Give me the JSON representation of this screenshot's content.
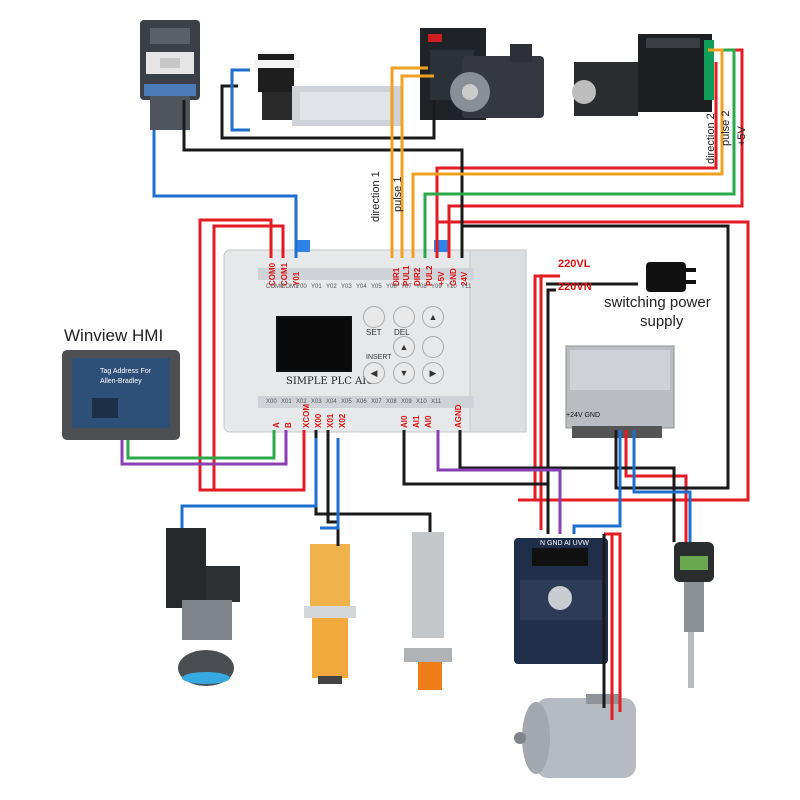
{
  "labels": {
    "hmi": "Winview HMI",
    "psu_line1": "switching power",
    "psu_line2": "supply",
    "v220l": "220VL",
    "v220n": "220VN",
    "direction1": "direction 1",
    "pulse1": "pulse 1",
    "direction2": "direction 2",
    "pulse2": "pulse 2",
    "plus5v": "+5V"
  },
  "plc": {
    "model": "SIMPLE PLC AIO",
    "keys": [
      "SET",
      "DEL",
      "INSERT"
    ],
    "top_terminals": [
      "COM0",
      "COM1",
      "Y00",
      "Y01",
      "Y02",
      "Y03",
      "Y04",
      "Y05",
      "Y06",
      "Y07",
      "Y08",
      "Y09",
      "Y10",
      "Y11"
    ],
    "top_wired": [
      "COM0",
      "COM1",
      "Y01",
      "DIR1",
      "PUL1",
      "DIR2",
      "PUL2",
      "+5V",
      "GND",
      "24V"
    ],
    "bottom_terminals": [
      "X00",
      "X01",
      "X02",
      "X03",
      "X04",
      "X05",
      "X06",
      "X07",
      "X08",
      "X09",
      "X10",
      "X11"
    ],
    "bottom_wired": [
      "A",
      "B",
      "XCOM",
      "X00",
      "X01",
      "X02",
      "AI0",
      "AI1",
      "AI0",
      "AGND"
    ]
  },
  "psu": {
    "terminals": "+24V GND"
  },
  "vfd": {
    "terminals": "N GND AI UVW"
  },
  "hmi_screen": {
    "line1": "Tag Address For",
    "line2": "Allen-Bradley"
  },
  "colors": {
    "red": "#e31b23",
    "black": "#1a1a1a",
    "blue": "#1f6fd1",
    "green": "#2aa94a",
    "purple": "#8a3fb5",
    "orange": "#f0a020"
  }
}
